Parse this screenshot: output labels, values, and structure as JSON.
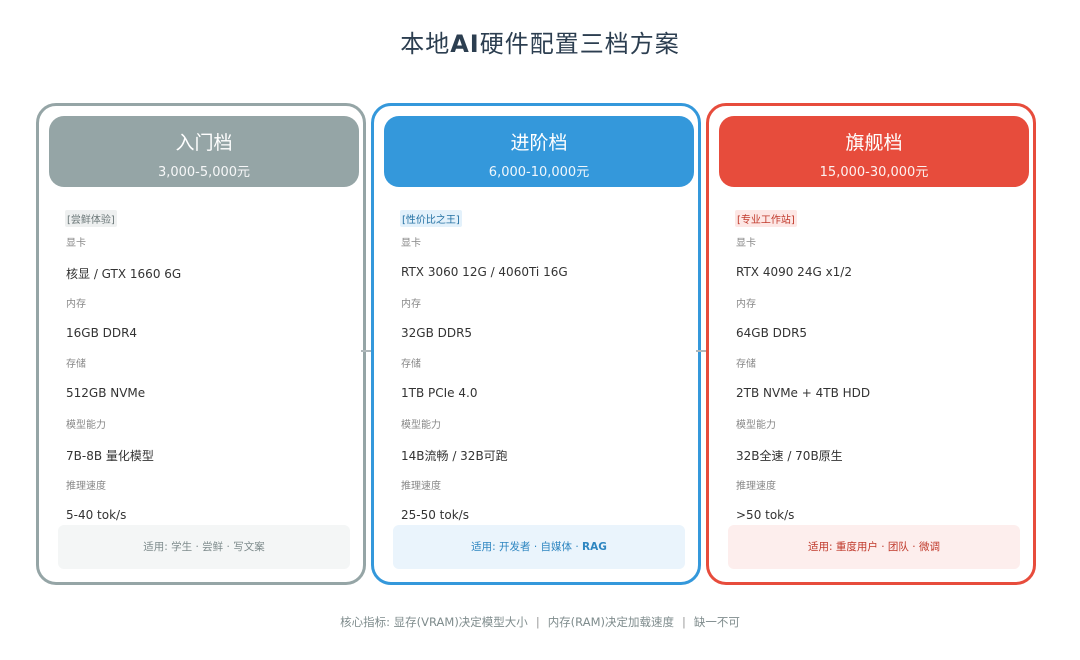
{
  "title_prefix": "本地",
  "title_emph": "AI",
  "title_suffix": "硬件配置三档方案",
  "tiers": [
    {
      "name": "入门档",
      "price": "3,000-5,000元",
      "tag": "[尝鲜体验]",
      "specs": [
        {
          "label": "显卡",
          "value": "核显 / GTX 1660 6G"
        },
        {
          "label": "内存",
          "value": "16GB DDR4"
        },
        {
          "label": "存储",
          "value": "512GB NVMe"
        },
        {
          "label": "模型能力",
          "value": "7B-8B 量化模型"
        },
        {
          "label": "推理速度",
          "value": "5-40 tok/s"
        }
      ],
      "footer": "适用: 学生 · 尝鲜 · 写文案",
      "color": "#95a5a6"
    },
    {
      "name": "进阶档",
      "price": "6,000-10,000元",
      "tag": "[性价比之王]",
      "specs": [
        {
          "label": "显卡",
          "value": "RTX 3060 12G / 4060Ti 16G"
        },
        {
          "label": "内存",
          "value": "32GB DDR5"
        },
        {
          "label": "存储",
          "value": "1TB PCIe 4.0"
        },
        {
          "label": "模型能力",
          "value": "14B流畅 / 32B可跑"
        },
        {
          "label": "推理速度",
          "value": "25-50 tok/s"
        }
      ],
      "footer_prefix": "适用: 开发者 · 自媒体 · ",
      "footer_bold": "RAG",
      "color": "#3498db"
    },
    {
      "name": "旗舰档",
      "price": "15,000-30,000元",
      "tag": "[专业工作站]",
      "specs": [
        {
          "label": "显卡",
          "value": "RTX 4090 24G x1/2"
        },
        {
          "label": "内存",
          "value": "64GB DDR5"
        },
        {
          "label": "存储",
          "value": "2TB NVMe + 4TB HDD"
        },
        {
          "label": "模型能力",
          "value": "32B全速 / 70B原生"
        },
        {
          "label": "推理速度",
          "value": ">50 tok/s"
        }
      ],
      "footer": "适用: 重度用户 · 团队 · 微调",
      "color": "#e74c3c"
    }
  ],
  "bottom_note": {
    "part1": "核心指标: 显存(VRAM)决定模型大小",
    "sep": "|",
    "part2": "内存(RAM)决定加载速度",
    "part3": "缺一不可"
  }
}
